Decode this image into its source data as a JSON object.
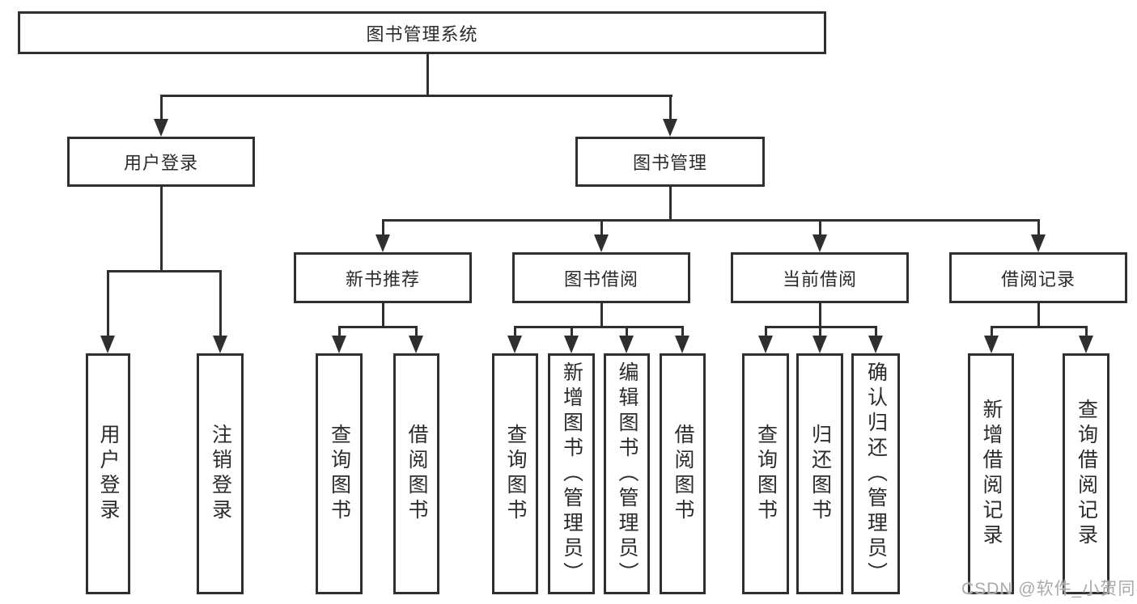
{
  "diagram": {
    "tree": {
      "label": "图书管理系统",
      "children": [
        {
          "label": "用户登录",
          "children": [
            {
              "label": "用户登录"
            },
            {
              "label": "注销登录"
            }
          ]
        },
        {
          "label": "图书管理",
          "children": [
            {
              "label": "新书推荐",
              "children": [
                {
                  "label": "查询图书"
                },
                {
                  "label": "借阅图书"
                }
              ]
            },
            {
              "label": "图书借阅",
              "children": [
                {
                  "label": "查询图书"
                },
                {
                  "label": "新增图书（管理员）"
                },
                {
                  "label": "编辑图书（管理员）"
                },
                {
                  "label": "借阅图书"
                }
              ]
            },
            {
              "label": "当前借阅",
              "children": [
                {
                  "label": "查询图书"
                },
                {
                  "label": "归还图书"
                },
                {
                  "label": "确认归还（管理员）"
                }
              ]
            },
            {
              "label": "借阅记录",
              "children": [
                {
                  "label": "新增借阅记录"
                },
                {
                  "label": "查询借阅记录"
                }
              ]
            }
          ]
        }
      ]
    }
  },
  "watermark": {
    "text": "CSDN @软件_小贺同学"
  },
  "colors": {
    "line": "#2f2f2f",
    "text": "#2b2b2b",
    "watermark": "#a9a9a9",
    "background": "#ffffff"
  }
}
